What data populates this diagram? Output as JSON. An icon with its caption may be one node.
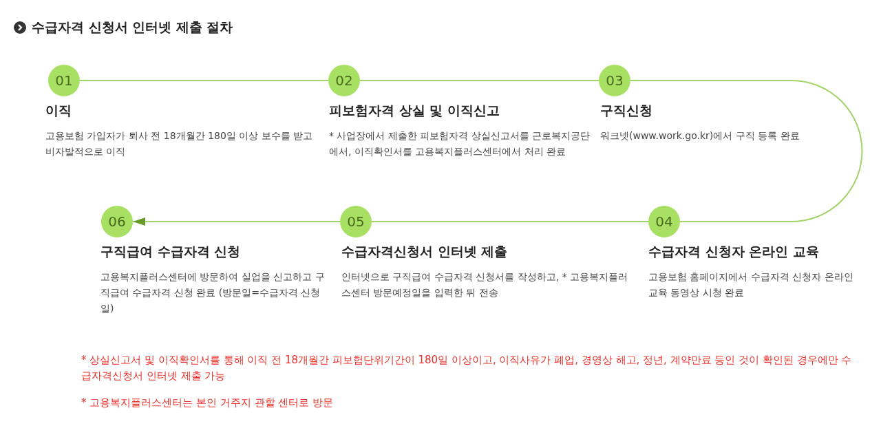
{
  "diagram": {
    "title": "수급자격 신청서 인터넷 제출 절차",
    "nodes": [
      {
        "text": [
          "01"
        ],
        "beside": [
          "이직",
          "고용보험 가입자가 퇴사 전 18개월간 180일 이상 보수를 받고 비자발적으로 이직"
        ]
      },
      {
        "text": [
          "02"
        ],
        "beside": [
          "피보험자격 상실 및 이직신고",
          "* 사업장에서 제출한 피보험자격 상실신고서를 근로복지공단에서, 이직확인서를 고용복지플러스센터에서 처리 완료"
        ]
      },
      {
        "text": [
          "03"
        ],
        "beside": [
          "구직신청",
          "워크넷(www.work.go.kr)에서 구직 등록 완료"
        ]
      },
      {
        "text": [
          "04"
        ],
        "beside": [
          "수급자격 신청자 온라인 교육",
          "고용보험 홈페이지에서 수급자격 신청자 온라인 교육 동영상 시청 완료"
        ]
      },
      {
        "text": [
          "05"
        ],
        "beside": [
          "수급자격신청서 인터넷 제출",
          "인터넷으로 구직급여 수급자격 신청서를 작성하고, * 고용복지플러스센터 방문예정일을 입력한 뒤 전송"
        ]
      },
      {
        "text": [
          "06"
        ],
        "beside": [
          "구직급여 수급자격 신청",
          "고용복지플러스센터에 방문하여 실업을 신고하고 구직급여 수급자격 신청 완료 (방문일=수급자격 신청일)"
        ]
      }
    ],
    "edges": [
      {
        "from": 0,
        "to": 1,
        "arrow": "none"
      },
      {
        "from": 1,
        "to": 2,
        "arrow": "none"
      },
      {
        "from": 2,
        "to": 3,
        "arrow": "none"
      },
      {
        "from": 3,
        "to": 4,
        "arrow": "none"
      },
      {
        "from": 4,
        "to": 5,
        "arrow": "to"
      }
    ],
    "labels": [
      "* 상실신고서 및 이직확인서를 통해 이직 전 18개월간 피보험단위기간이 180일 이상이고, 이직사유가 폐업, 경영상 해고, 정년, 계약만료 등인 것이 확인된 경우에만 수급자격신청서 인터넷 제출 가능",
      "* 고용복지플러스센터는 본인 거주지 관할 센터로 방문"
    ]
  }
}
